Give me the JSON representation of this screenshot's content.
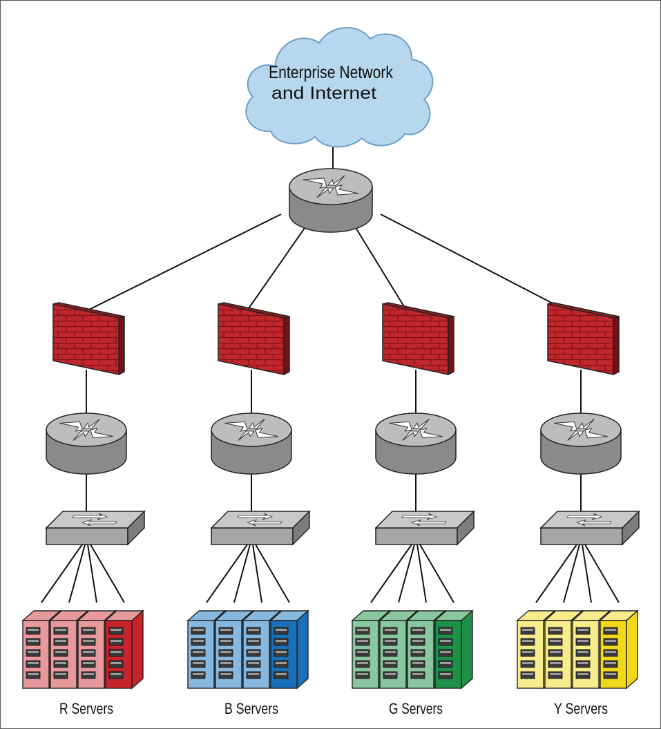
{
  "cloud": {
    "line1": "Enterprise Network",
    "line2": "and Internet"
  },
  "groups": [
    {
      "key": "r",
      "label": "R Servers",
      "color": "#c8242c",
      "light": "#e8999c",
      "dark": "#8c1a20"
    },
    {
      "key": "b",
      "label": "B Servers",
      "color": "#1a6fb8",
      "light": "#86b8e0",
      "dark": "#114a7a"
    },
    {
      "key": "g",
      "label": "G Servers",
      "color": "#1e9148",
      "light": "#88c79f",
      "dark": "#136030"
    },
    {
      "key": "y",
      "label": "Y Servers",
      "color": "#f2d81a",
      "light": "#f7ec8c",
      "dark": "#b8a000"
    }
  ],
  "servers_per_group": 4,
  "colors": {
    "firewall": "#c0272d",
    "device_gray": "#a6a6a6",
    "cloud": "#b7d7ee",
    "line": "#111111"
  }
}
